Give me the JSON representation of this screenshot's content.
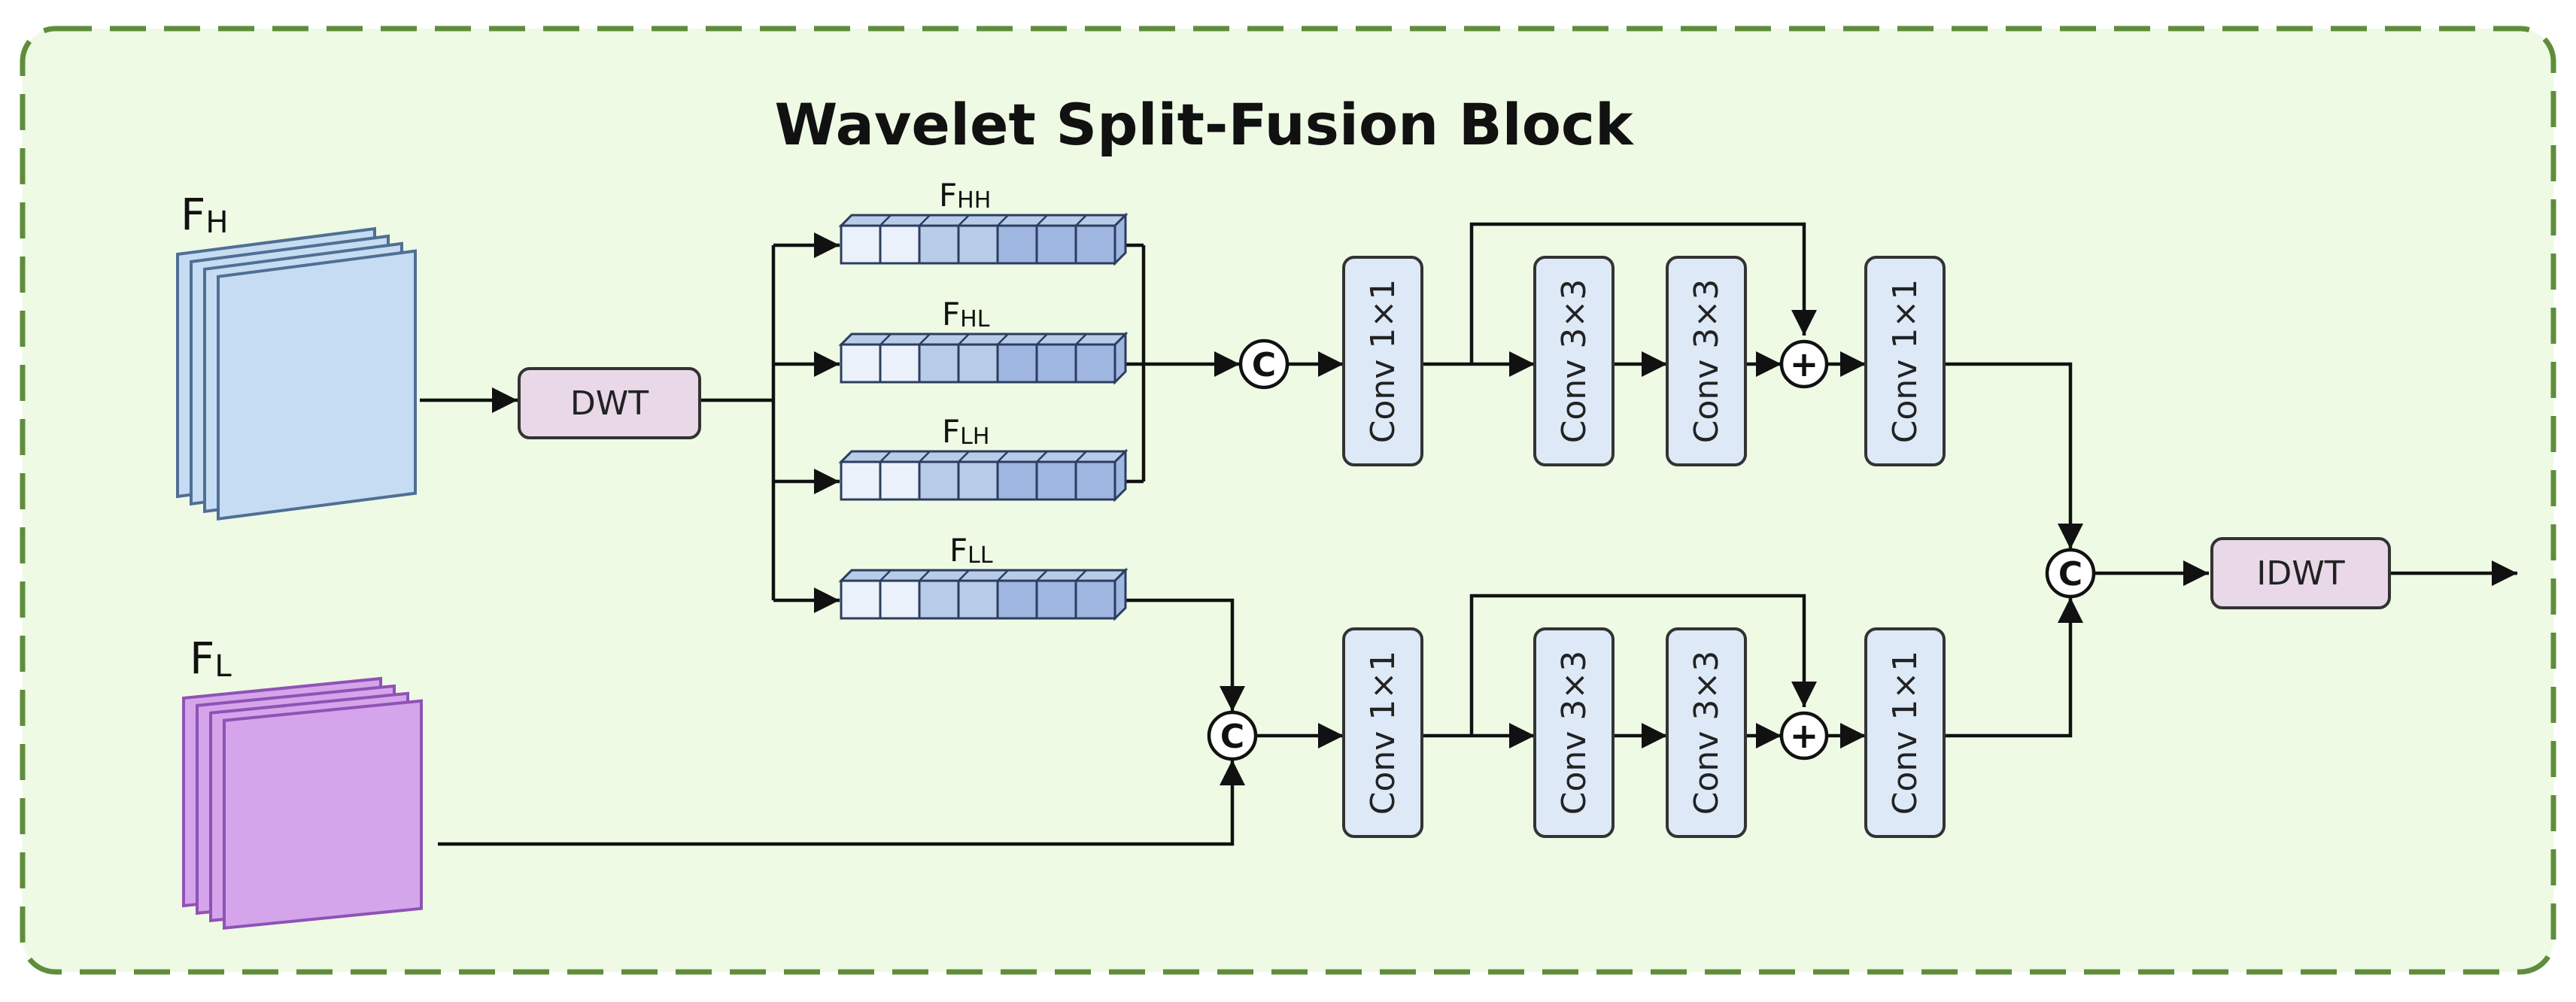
{
  "diagram": {
    "title": "Wavelet Split-Fusion Block",
    "inputs": {
      "high": {
        "label_main": "F",
        "label_sub": "H"
      },
      "low": {
        "label_main": "F",
        "label_sub": "L"
      }
    },
    "subbands": [
      {
        "label_main": "F",
        "label_sub": "HH"
      },
      {
        "label_main": "F",
        "label_sub": "HL"
      },
      {
        "label_main": "F",
        "label_sub": "LH"
      },
      {
        "label_main": "F",
        "label_sub": "LL"
      }
    ],
    "blocks": {
      "dwt": "DWT",
      "idwt": "IDWT",
      "conv1": "Conv 1×1",
      "conv3": "Conv 3×3"
    },
    "operators": {
      "concat": "C",
      "add": "+"
    },
    "colors": {
      "panel_fill": "#eefae4",
      "panel_border": "#5f8d3b",
      "high_feature": "#c6dcf2",
      "high_feature_edge": "#4f6f94",
      "low_feature": "#d4a5ea",
      "low_feature_edge": "#8f52b6",
      "transform_box": "#e8d8e8",
      "conv_box": "#dee9f7",
      "tensor_light": "#eaf1fb",
      "tensor_mid": "#b8cbe9",
      "tensor_dark": "#9fb6e1"
    }
  }
}
